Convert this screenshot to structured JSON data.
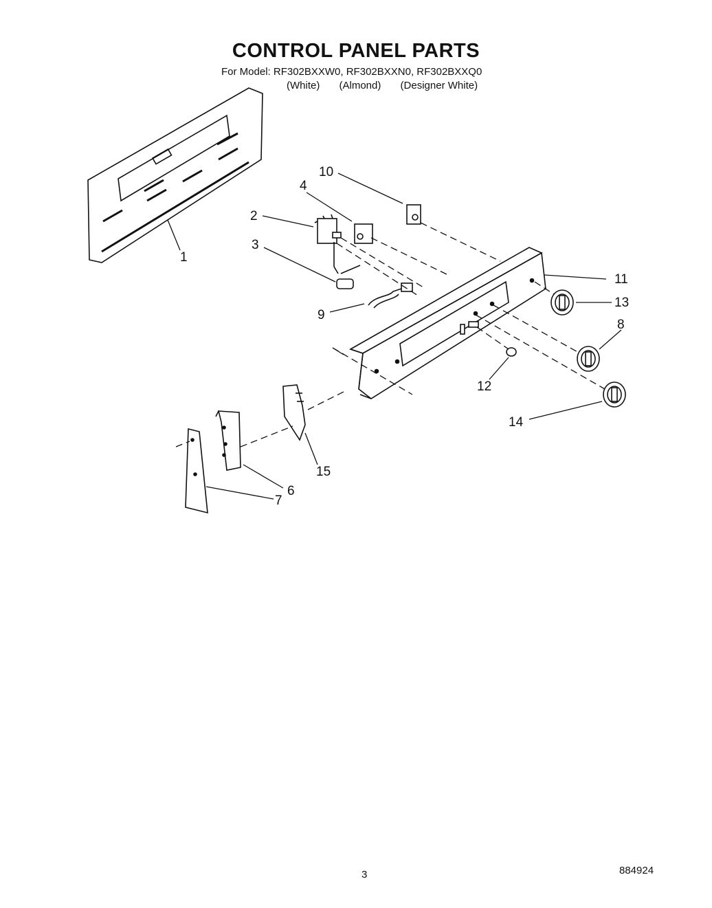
{
  "header": {
    "title": "CONTROL PANEL PARTS",
    "models": "For Model: RF302BXXW0, RF302BXXN0, RF302BXXQ0",
    "variants": [
      "(White)",
      "(Almond)",
      "(Designer White)"
    ]
  },
  "callouts": {
    "c1": "1",
    "c2": "2",
    "c3": "3",
    "c4": "4",
    "c6": "6",
    "c7": "7",
    "c8": "8",
    "c9": "9",
    "c10": "10",
    "c11": "11",
    "c12": "12",
    "c13": "13",
    "c14": "14",
    "c15": "15"
  },
  "footer": {
    "page_number": "3",
    "doc_number": "884924"
  }
}
